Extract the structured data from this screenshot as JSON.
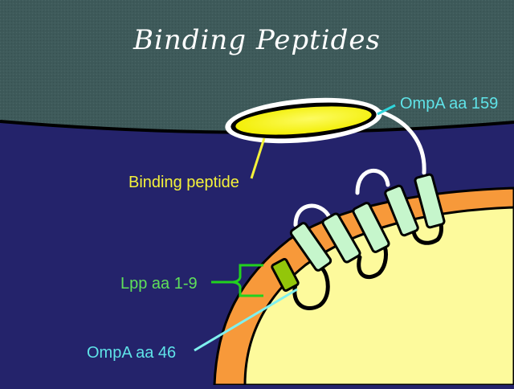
{
  "title": "Binding Peptides",
  "labels": {
    "binding_peptide": "Binding peptide",
    "ompa_159": "OmpA aa 159",
    "lpp": "Lpp aa 1-9",
    "ompa_46": "OmpA aa 46"
  },
  "colors": {
    "outer_region": "#3e5a5a",
    "periplasm": "#24236b",
    "membrane": "#f7993a",
    "cytoplasm": "#fdfa9c",
    "peptide": "#f5f20a",
    "barrel_strand": "#c6f6cc",
    "lpp_anchor": "#93c60a",
    "label_yellow": "#f5f23a",
    "label_cyan": "#5fe3e8",
    "label_green": "#5fe05a"
  }
}
